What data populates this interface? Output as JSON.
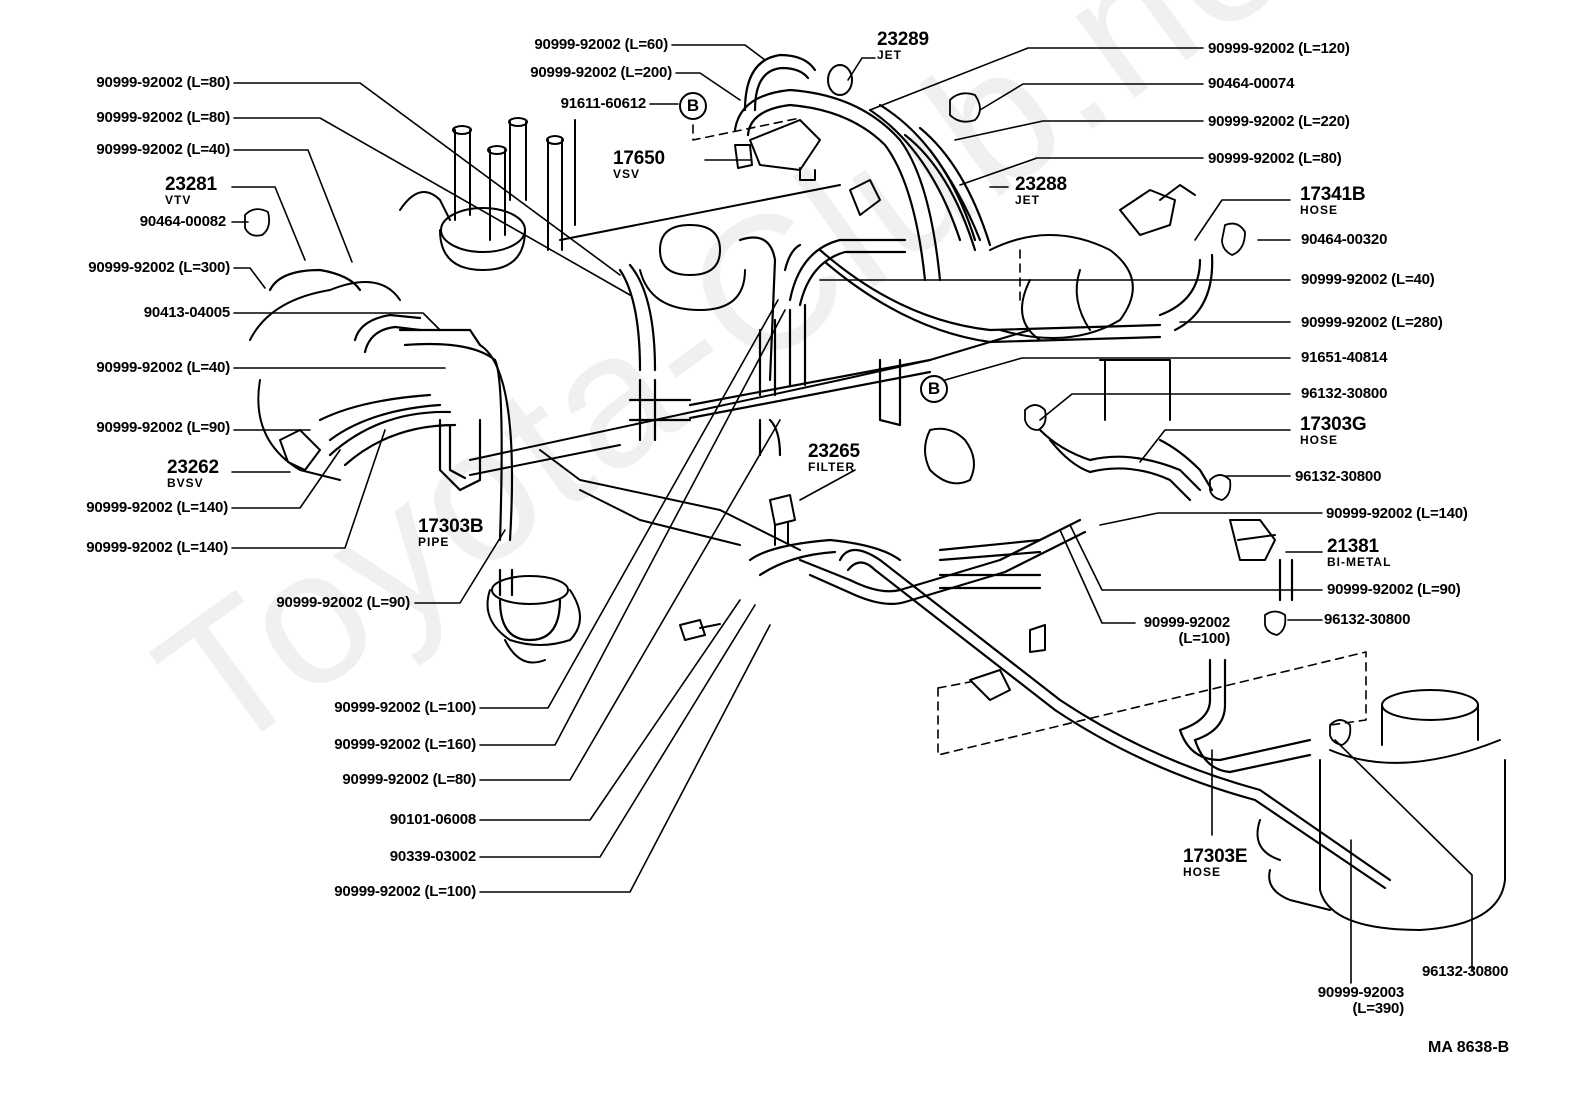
{
  "watermark": "Toyota-Club.net",
  "diagram_code": "MA  8638-B",
  "callout_symbol": "B",
  "labels": {
    "l01": "90999-92002 (L=80)",
    "l02": "90999-92002 (L=80)",
    "l03": "90999-92002 (L=40)",
    "l04_num": "23281",
    "l04_name": "VTV",
    "l05": "90464-00082",
    "l06": "90999-92002 (L=300)",
    "l07": "90413-04005",
    "l08": "90999-92002 (L=40)",
    "l09": "90999-92002 (L=90)",
    "l10_num": "23262",
    "l10_name": "BVSV",
    "l11": "90999-92002 (L=140)",
    "l12": "90999-92002 (L=140)",
    "l13_num": "17303B",
    "l13_name": "PIPE",
    "l14": "90999-92002 (L=90)",
    "l15": "90999-92002 (L=100)",
    "l16": "90999-92002 (L=160)",
    "l17": "90999-92002 (L=80)",
    "l18": "90101-06008",
    "l19": "90339-03002",
    "l20": "90999-92002 (L=100)",
    "t01": "90999-92002 (L=60)",
    "t02": "90999-92002 (L=200)",
    "t03": "91611-60612",
    "t04_num": "17650",
    "t04_name": "VSV",
    "t05_num": "23289",
    "t05_name": "JET",
    "t06_num": "23288",
    "t06_name": "JET",
    "t07_num": "23265",
    "t07_name": "FILTER",
    "r01": "90999-92002 (L=120)",
    "r02": "90464-00074",
    "r03": "90999-92002 (L=220)",
    "r04": "90999-92002 (L=80)",
    "r05_num": "17341B",
    "r05_name": "HOSE",
    "r06": "90464-00320",
    "r07": "90999-92002 (L=40)",
    "r08": "90999-92002 (L=280)",
    "r09": "91651-40814",
    "r10": "96132-30800",
    "r11_num": "17303G",
    "r11_name": "HOSE",
    "r12": "96132-30800",
    "r13": "90999-92002 (L=140)",
    "r14_num": "21381",
    "r14_name": "BI-METAL",
    "r15": "90999-92002 (L=90)",
    "r16": "96132-30800",
    "m01a": "90999-92002",
    "m01b": "(L=100)",
    "b01_num": "17303E",
    "b01_name": "HOSE",
    "b02a": "90999-92003",
    "b02b": "(L=390)",
    "b03": "96132-30800"
  }
}
